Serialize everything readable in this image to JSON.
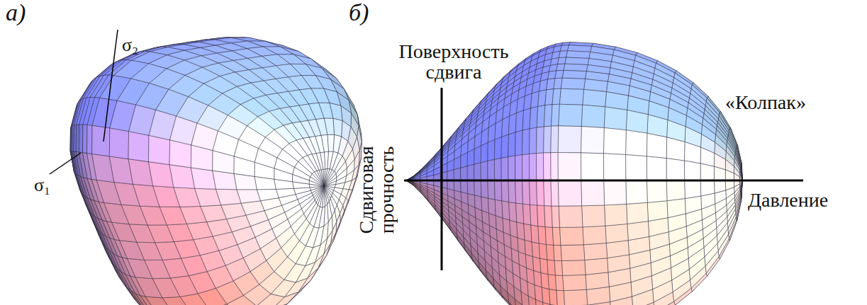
{
  "diagram": {
    "labels": [
      "а)",
      "σ₂",
      "σ₁",
      "б)",
      "Поверхность сдвига",
      "Сдвиговая прочность",
      "«Колпак»",
      "Давление"
    ]
  }
}
